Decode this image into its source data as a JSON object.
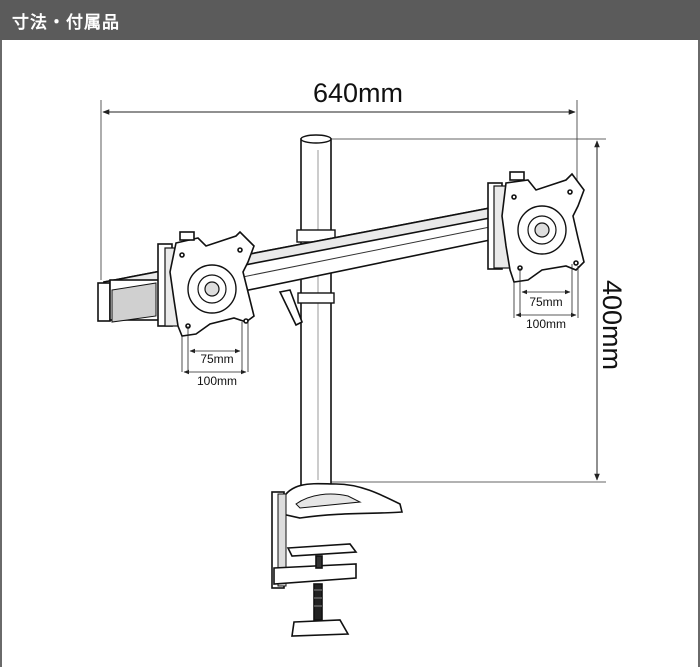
{
  "header": {
    "title": "寸法・付属品",
    "background": "#5b5b5b",
    "text_color": "#ffffff"
  },
  "dimensions": {
    "width": "640mm",
    "height": "400mm",
    "left_vesa_small": "75mm",
    "left_vesa_large": "100mm",
    "right_vesa_small": "75mm",
    "right_vesa_large": "100mm"
  },
  "product": {
    "icon": "dual-monitor-arm-icon"
  }
}
